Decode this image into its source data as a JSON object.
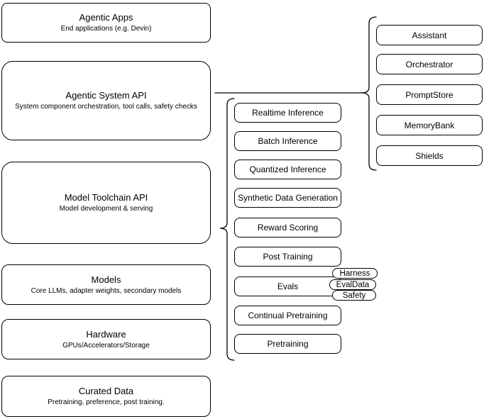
{
  "colors": {
    "stroke": "#000000",
    "node_fill": "#ffffff",
    "canvas": "#ffffff"
  },
  "stack": {
    "items": [
      {
        "title": "Agentic Apps",
        "subtitle": "End applications (e.g. Devin)"
      },
      {
        "title": "Agentic System API",
        "subtitle": "System component orchestration, tool calls, safety checks"
      },
      {
        "title": "Model Toolchain API",
        "subtitle": "Model development & serving"
      },
      {
        "title": "Models",
        "subtitle": "Core LLMs, adapter weights, secondary models"
      },
      {
        "title": "Hardware",
        "subtitle": "GPUs/Accelerators/Storage"
      },
      {
        "title": "Curated Data",
        "subtitle": "Pretraining, preference, post training."
      }
    ]
  },
  "toolchain": {
    "items": [
      "Realtime Inference",
      "Batch Inference",
      "Quantized Inference",
      "Synthetic Data Generation",
      "Reward Scoring",
      "Post Training",
      "Evals",
      "Continual Pretraining",
      "Pretraining"
    ]
  },
  "evals_tags": {
    "items": [
      "Harness",
      "EvalData",
      "Safety"
    ]
  },
  "components": {
    "items": [
      "Assistant",
      "Orchestrator",
      "PromptStore",
      "MemoryBank",
      "Shields"
    ]
  }
}
